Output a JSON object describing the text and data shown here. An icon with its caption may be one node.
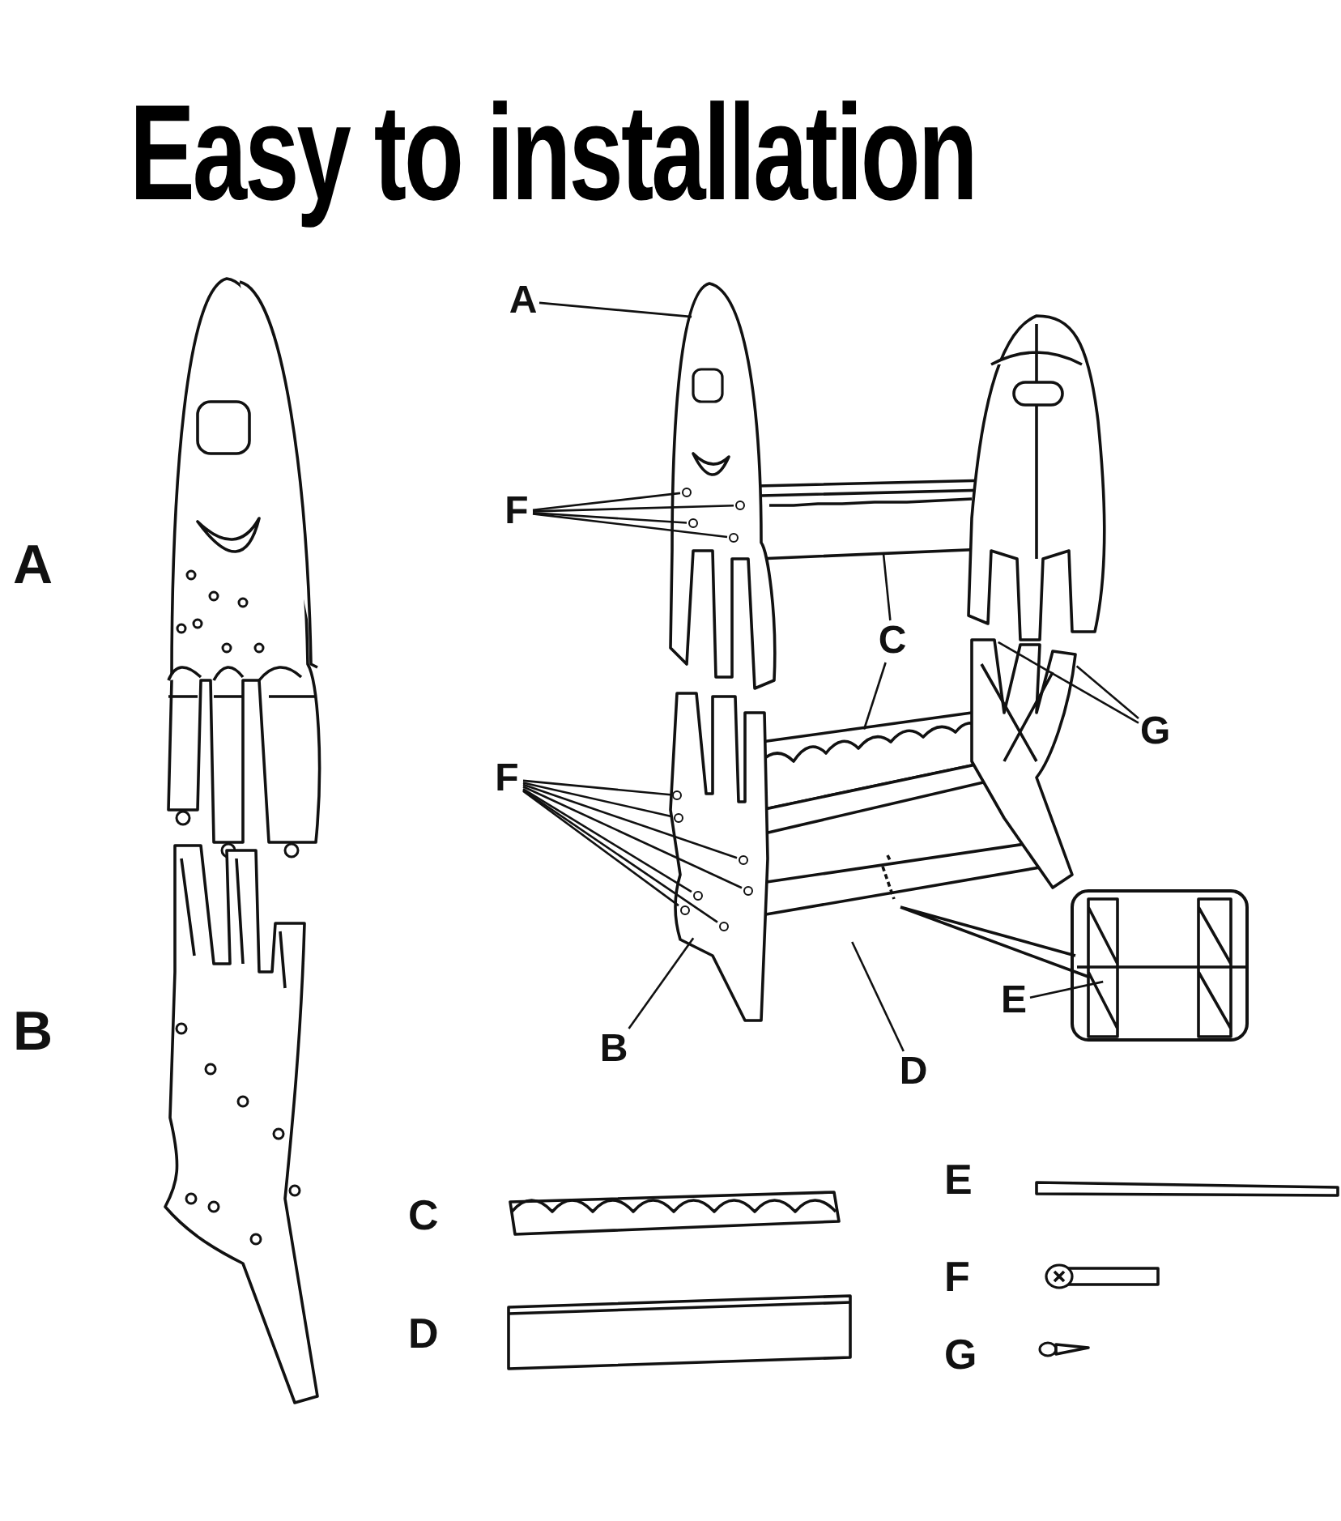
{
  "diagram": {
    "title": "Easy to installation",
    "nodes": [
      {
        "text": [
          "A"
        ]
      },
      {
        "text": [
          "F"
        ]
      },
      {
        "text": [
          "C"
        ]
      },
      {
        "text": [
          "G"
        ]
      },
      {
        "text": [
          "F"
        ]
      },
      {
        "text": [
          "E"
        ]
      },
      {
        "text": [
          "B"
        ]
      },
      {
        "text": [
          "D"
        ]
      },
      {
        "text": [],
        "shape": "circle"
      },
      {
        "text": [],
        "shape": "circle"
      },
      {
        "text": [],
        "shape": "circle"
      },
      {
        "text": [],
        "shape": "circle"
      },
      {
        "text": [],
        "shape": "circle"
      },
      {
        "text": [],
        "shape": "circle"
      },
      {
        "text": [],
        "shape": "circle"
      },
      {
        "text": [],
        "shape": "circle"
      },
      {
        "text": [],
        "shape": "circle"
      },
      {
        "text": [],
        "shape": "circle"
      },
      {
        "text": [],
        "shape": "circle"
      }
    ],
    "edges": [
      {
        "from": 0,
        "to": null,
        "arrow": "none"
      },
      {
        "from": 1,
        "to": 8,
        "arrow": "none"
      },
      {
        "from": 1,
        "to": 9,
        "arrow": "none"
      },
      {
        "from": 1,
        "to": 10,
        "arrow": "none"
      },
      {
        "from": 1,
        "to": 11,
        "arrow": "none"
      },
      {
        "from": 2,
        "to": null,
        "arrow": "none"
      },
      {
        "from": 2,
        "to": null,
        "arrow": "none"
      },
      {
        "from": 3,
        "to": null,
        "arrow": "none"
      },
      {
        "from": 3,
        "to": null,
        "arrow": "none"
      },
      {
        "from": 4,
        "to": 12,
        "arrow": "none"
      },
      {
        "from": 4,
        "to": 13,
        "arrow": "none"
      },
      {
        "from": 4,
        "to": 14,
        "arrow": "none"
      },
      {
        "from": 4,
        "to": 15,
        "arrow": "none"
      },
      {
        "from": 4,
        "to": 16,
        "arrow": "none"
      },
      {
        "from": 4,
        "to": 17,
        "arrow": "none"
      },
      {
        "from": 4,
        "to": 18,
        "arrow": "none"
      },
      {
        "from": 5,
        "to": null,
        "arrow": "none"
      },
      {
        "from": 6,
        "to": null,
        "arrow": "none"
      },
      {
        "from": 7,
        "to": null,
        "arrow": "none"
      }
    ],
    "labels": [
      "A",
      "B",
      "C",
      "D",
      "E",
      "F",
      "G"
    ]
  }
}
